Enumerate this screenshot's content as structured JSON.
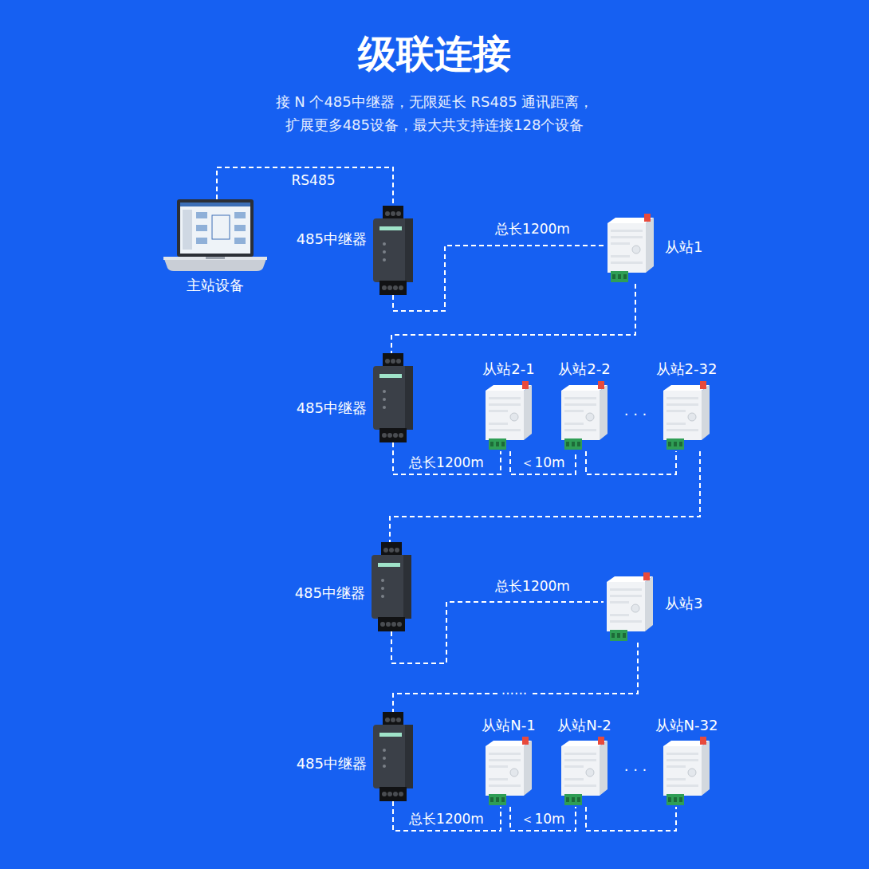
{
  "diagram": {
    "title": "级联连接",
    "nodes": [
      {
        "text": [
          "主站设备"
        ]
      },
      {
        "text": [
          "485中继器"
        ]
      },
      {
        "text": [
          "从站1"
        ]
      },
      {
        "text": [
          "485中继器"
        ]
      },
      {
        "text": [
          "从站2-1"
        ]
      },
      {
        "text": [
          "从站2-2"
        ]
      },
      {
        "text": [
          "从站2-32"
        ]
      },
      {
        "text": [
          "485中继器"
        ]
      },
      {
        "text": [
          "从站3"
        ]
      },
      {
        "text": [
          "485中继器"
        ]
      },
      {
        "text": [
          "从站N-1"
        ]
      },
      {
        "text": [
          "从站N-2"
        ]
      },
      {
        "text": [
          "从站N-32"
        ]
      }
    ],
    "edges": [
      {
        "from": 0,
        "to": 1,
        "arrow": "none",
        "label": "RS485"
      },
      {
        "from": 1,
        "to": 2,
        "arrow": "none",
        "label": "总长1200m"
      },
      {
        "from": 2,
        "to": 3,
        "arrow": "none"
      },
      {
        "from": 3,
        "to": 4,
        "arrow": "none",
        "label": "总长1200m"
      },
      {
        "from": 4,
        "to": 5,
        "arrow": "none",
        "label": "＜10m"
      },
      {
        "from": 5,
        "to": 6,
        "arrow": "none"
      },
      {
        "from": 6,
        "to": 7,
        "arrow": "none"
      },
      {
        "from": 7,
        "to": 8,
        "arrow": "none",
        "label": "总长1200m"
      },
      {
        "from": 8,
        "to": 9,
        "arrow": "none",
        "label": "······"
      },
      {
        "from": 9,
        "to": 10,
        "arrow": "none",
        "label": "总长1200m"
      },
      {
        "from": 10,
        "to": 11,
        "arrow": "none",
        "label": "＜10m"
      },
      {
        "from": 11,
        "to": 12,
        "arrow": "none"
      }
    ],
    "labels": [
      "接 N 个485中继器，无限延长 RS485 通讯距离，",
      "扩展更多485设备，最大共支持连接128个设备",
      "· · ·",
      "· · ·"
    ]
  }
}
